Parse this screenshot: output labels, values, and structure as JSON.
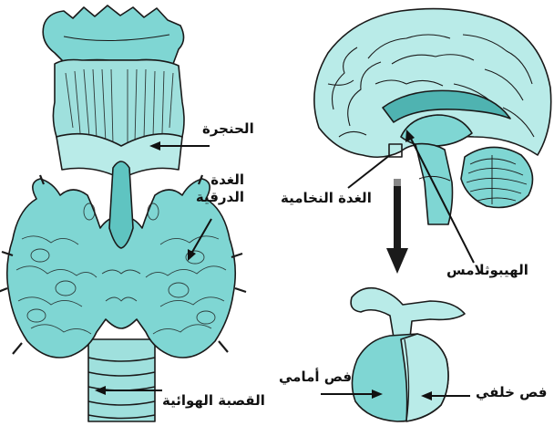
{
  "thyroid_figure": {
    "labels": {
      "larynx": "الحنجرة",
      "thyroid_gland_line1": "الغدة",
      "thyroid_gland_line2": "الدرقية",
      "trachea": "القصبة الهوائية"
    }
  },
  "brain_figure": {
    "labels": {
      "pituitary_gland": "الغدة النخامية",
      "hypothalamus": "الهيبوثلامس"
    }
  },
  "pituitary_detail": {
    "labels": {
      "anterior_lobe": "فص أمامي",
      "posterior_lobe": "فص خلفي"
    }
  },
  "colors": {
    "fill": "#7fd6d3",
    "fill_light": "#b9ebe8",
    "fill_dark": "#4fb3b1",
    "outline": "#1a1a1a"
  }
}
